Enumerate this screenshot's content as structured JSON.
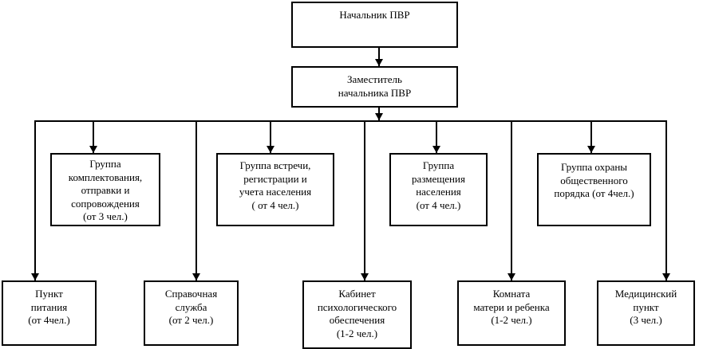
{
  "diagram": {
    "type": "org-chart",
    "line_color": "#000000",
    "box_background": "#ffffff",
    "nodes": {
      "chief": {
        "label": "Начальник ПВР"
      },
      "deputy": {
        "label": "Заместитель\nначальника ПВР"
      },
      "group_staffing": {
        "label": "Группа\nкомплектования,\nотправки и\nсопровождения\n(от 3 чел.)"
      },
      "group_reception": {
        "label": "Группа встречи,\nрегистрации и\nучета населения\n( от 4 чел.)"
      },
      "group_accommodation": {
        "label": "Группа\nразмещения\nнаселения\n(от 4 чел.)"
      },
      "group_public_order": {
        "label": "Группа охраны\nобщественного\nпорядка (от 4чел.)"
      },
      "food_station": {
        "label": "Пункт\nпитания\n(от 4чел.)"
      },
      "info_desk": {
        "label": "Справочная\nслужба\n(от 2 чел.)"
      },
      "psych_office": {
        "label": "Кабинет\nпсихологического\nобеспечения\n(1-2 чел.)"
      },
      "mother_child_room": {
        "label": "Комната\nматери и ребенка\n(1-2 чел.)"
      },
      "medical_station": {
        "label": "Медицинский\nпункт\n(3 чел.)"
      }
    },
    "edges": [
      {
        "from": "chief",
        "to": "deputy"
      },
      {
        "from": "deputy",
        "to": "group_staffing"
      },
      {
        "from": "deputy",
        "to": "group_reception"
      },
      {
        "from": "deputy",
        "to": "group_accommodation"
      },
      {
        "from": "deputy",
        "to": "group_public_order"
      },
      {
        "from": "deputy",
        "to": "food_station"
      },
      {
        "from": "deputy",
        "to": "info_desk"
      },
      {
        "from": "deputy",
        "to": "psych_office"
      },
      {
        "from": "deputy",
        "to": "mother_child_room"
      },
      {
        "from": "deputy",
        "to": "medical_station"
      }
    ]
  }
}
